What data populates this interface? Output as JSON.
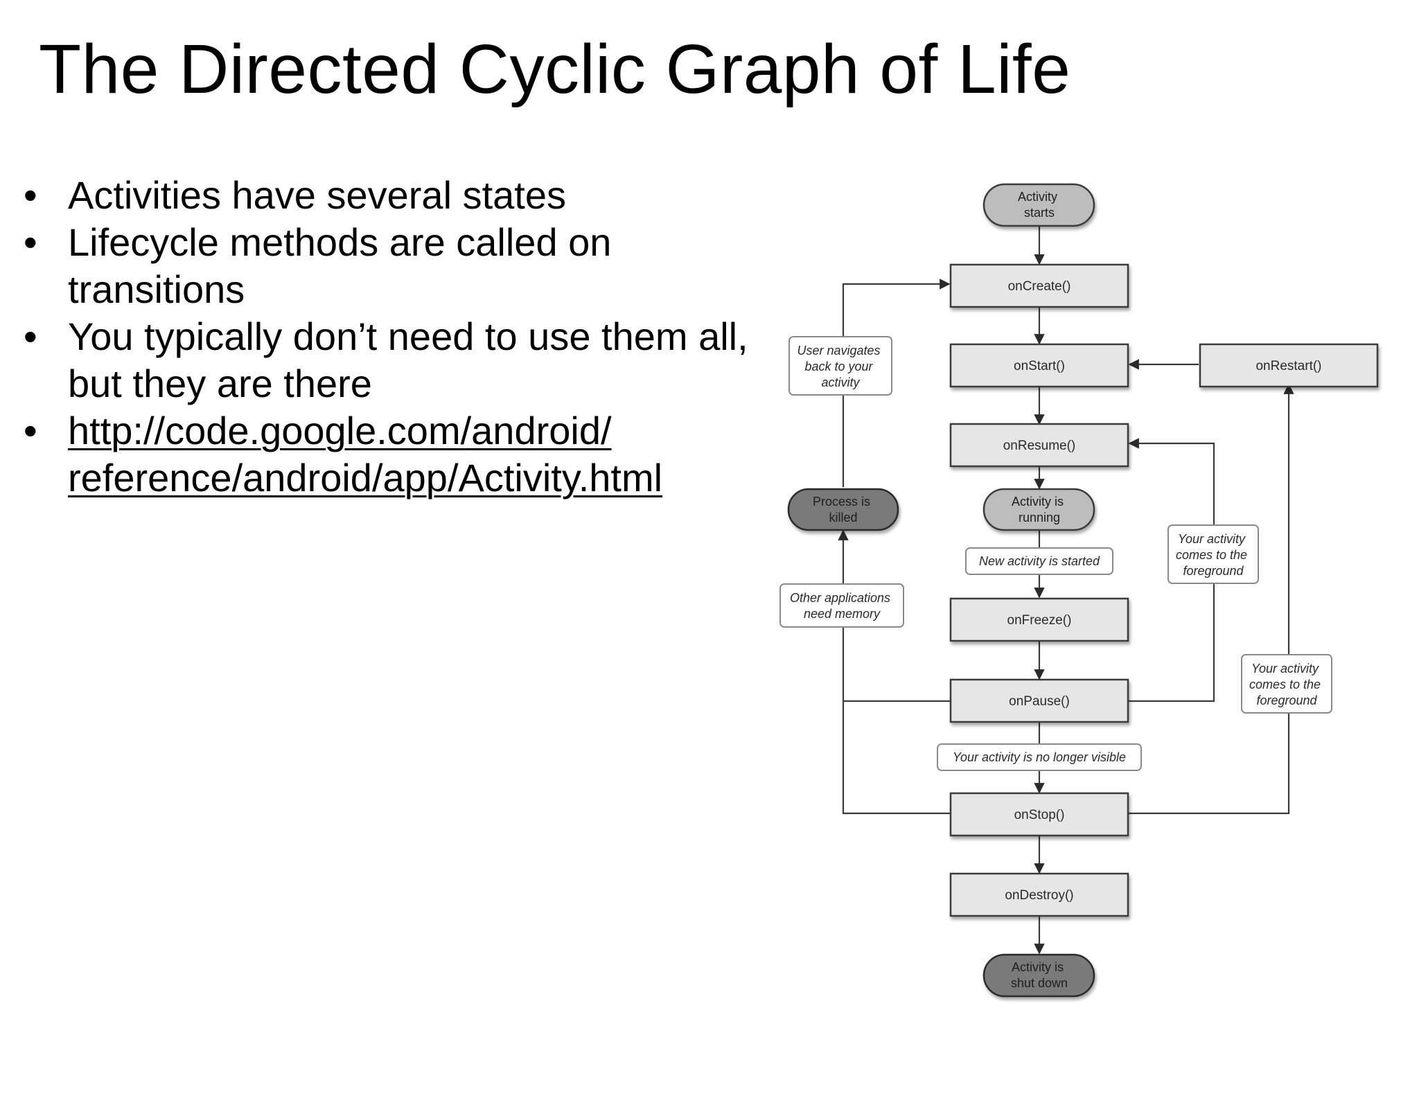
{
  "slide": {
    "title": "The Directed Cyclic Graph of Life",
    "bullets": [
      "Activities have several states",
      "Lifecycle methods are called on transitions",
      "You typically don’t need to use them all, but they are there"
    ],
    "link_lines": [
      "http://code.google.com/android/",
      "reference/android/app/Activity.html"
    ],
    "bullet_symbol": "•"
  },
  "diagram": {
    "terminals": {
      "activity_starts": [
        "Activity",
        "starts"
      ],
      "activity_running": [
        "Activity is",
        "running"
      ],
      "process_killed": [
        "Process is",
        "killed"
      ],
      "activity_shut_down": [
        "Activity is",
        "shut down"
      ]
    },
    "methods": {
      "on_create": "onCreate()",
      "on_start": "onStart()",
      "on_restart": "onRestart()",
      "on_resume": "onResume()",
      "on_freeze": "onFreeze()",
      "on_pause": "onPause()",
      "on_stop": "onStop()",
      "on_destroy": "onDestroy()"
    },
    "transition_labels": {
      "user_navigates_back": [
        "User navigates",
        "back to your",
        "activity"
      ],
      "new_activity_started": [
        "New activity is started"
      ],
      "other_apps_need_memory": [
        "Other applications",
        "need memory"
      ],
      "foreground_to_resume": [
        "Your activity",
        "comes to the",
        "foreground"
      ],
      "foreground_to_restart": [
        "Your activity",
        "comes to the",
        "foreground"
      ],
      "no_longer_visible": [
        "Your activity is no longer visible"
      ]
    },
    "colors": {
      "method_fill": "#e6e6e6",
      "terminal_light": "#bdbdbd",
      "terminal_dark": "#7a7a7a",
      "line": "#3a3a3a"
    }
  }
}
